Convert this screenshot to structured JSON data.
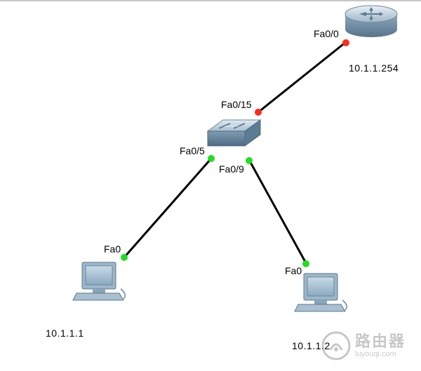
{
  "devices": {
    "router": {
      "icon": "router-icon",
      "ip": "10.1.1.254",
      "port": "Fa0/0"
    },
    "switch": {
      "icon": "switch-icon",
      "uplink_port": "Fa0/15",
      "port_pc1": "Fa0/5",
      "port_pc2": "Fa0/9"
    },
    "pc1": {
      "icon": "pc-icon",
      "ip": "10.1.1.1",
      "port": "Fa0"
    },
    "pc2": {
      "icon": "pc-icon",
      "ip": "10.1.1.2",
      "port": "Fa0"
    }
  },
  "link_status_colors": {
    "router_switch": "#ff2a1a",
    "switch_pc": "#22dd22"
  },
  "watermark": {
    "title": "路由器",
    "subtitle": "luyouqi.com"
  }
}
